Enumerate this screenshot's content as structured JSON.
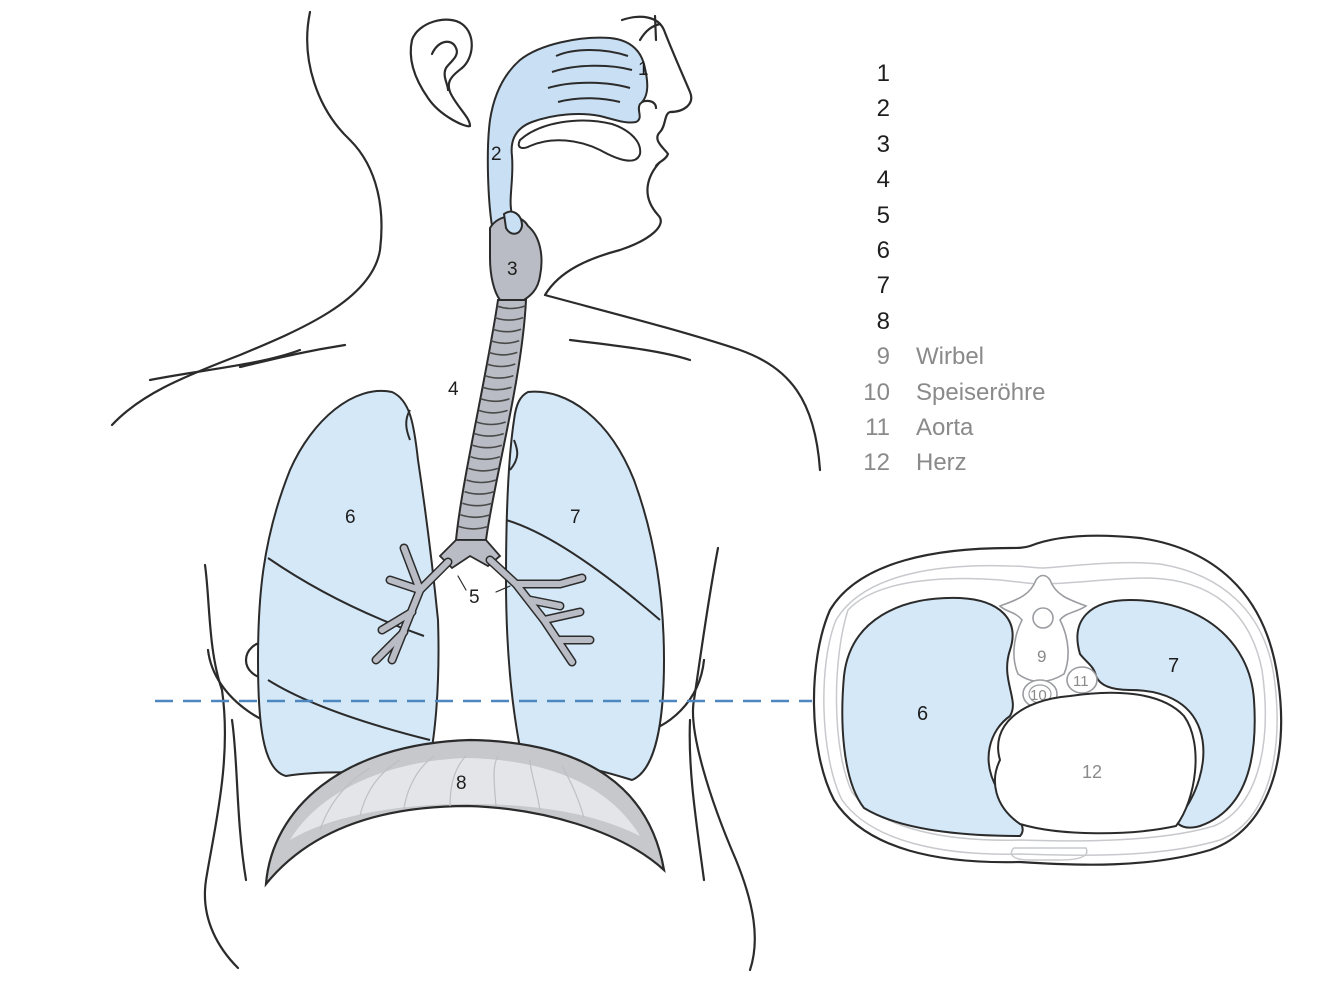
{
  "figure": {
    "colors": {
      "outline": "#2b2b2b",
      "lung_fill": "#d5e8f7",
      "airway_fill": "#c9dff3",
      "trachea_fill": "#b9bcc4",
      "diaphragm_fill": "#c6c8cc",
      "section_line": "#4e86c0",
      "label_dark": "#1e1e1e",
      "label_grey": "#8a8a8a"
    }
  },
  "body_labels": [
    "1",
    "2",
    "3",
    "4",
    "5",
    "6",
    "7",
    "8"
  ],
  "section_labels": [
    "6",
    "7",
    "9",
    "10",
    "11",
    "12"
  ],
  "legend": [
    {
      "num": "1",
      "text": ""
    },
    {
      "num": "2",
      "text": ""
    },
    {
      "num": "3",
      "text": ""
    },
    {
      "num": "4",
      "text": ""
    },
    {
      "num": "5",
      "text": ""
    },
    {
      "num": "6",
      "text": ""
    },
    {
      "num": "7",
      "text": ""
    },
    {
      "num": "8",
      "text": ""
    },
    {
      "num": "9",
      "text": "Wirbel"
    },
    {
      "num": "10",
      "text": "Speiseröhre"
    },
    {
      "num": "11",
      "text": "Aorta"
    },
    {
      "num": "12",
      "text": "Herz"
    }
  ]
}
